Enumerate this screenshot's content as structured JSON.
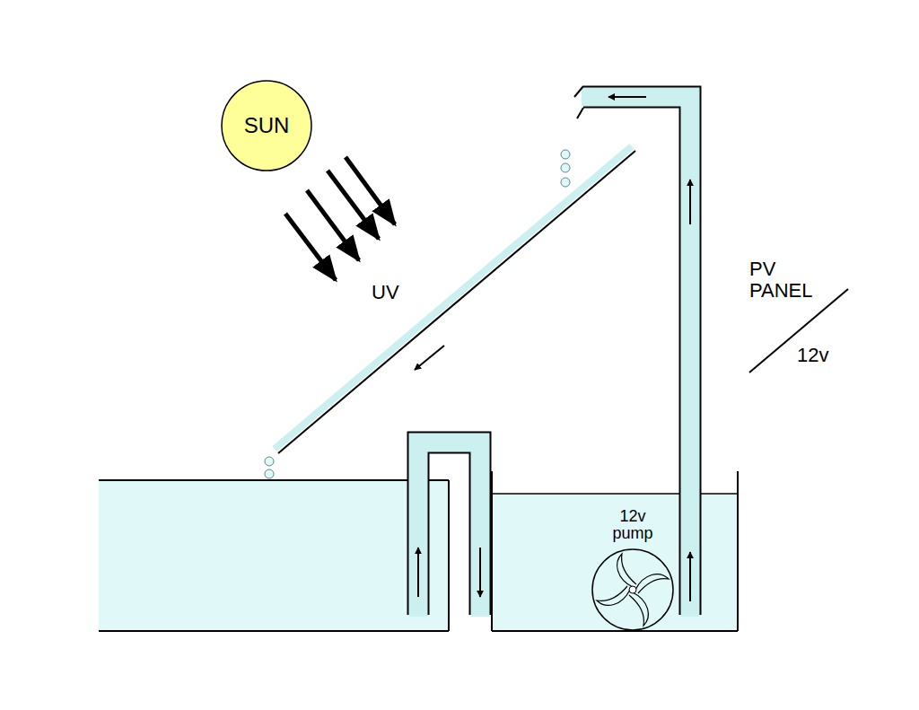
{
  "diagram": {
    "nodes": [
      {
        "text": [
          "SUN"
        ]
      },
      {
        "text": [
          "12v pump"
        ]
      }
    ],
    "labels": [
      "UV",
      "PV PANEL",
      "12v"
    ]
  }
}
